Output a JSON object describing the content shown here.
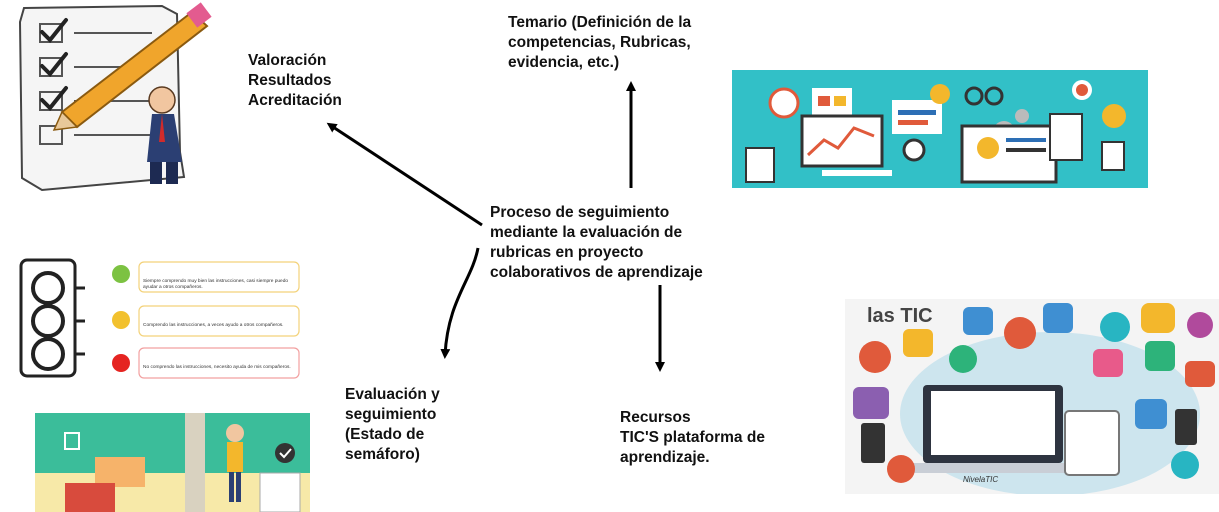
{
  "center_process": {
    "lines": [
      "Proceso de seguimiento",
      "mediante la evaluación de",
      "rubricas en proyecto",
      "colaborativos de aprendizaje"
    ]
  },
  "valoracion": {
    "lines": [
      "Valoración",
      "Resultados",
      "Acreditación"
    ]
  },
  "temario": {
    "lines": [
      "Temario (Definición de la",
      "competencias, Rubricas,",
      "evidencia, etc.)"
    ]
  },
  "evaluacion": {
    "lines": [
      "Evaluación y",
      "seguimiento",
      "(Estado de",
      "semáforo)"
    ]
  },
  "recursos": {
    "lines": [
      "Recursos",
      "TIC'S plataforma de",
      "aprendizaje."
    ]
  },
  "semaforo_panel": {
    "rows": [
      {
        "color": "#7cc242",
        "text": "Siempre comprendo muy bien las instrucciones, casi siempre puedo ayudar a otros compañeros."
      },
      {
        "color": "#f2c12e",
        "text": "Comprendo las instrucciones, a veces ayudo a otros compañeros."
      },
      {
        "color": "#e52421",
        "text": "No comprendo las instrucciones, necesito ayuda de mis compañeros."
      }
    ]
  },
  "tic_image": {
    "title": "las TIC",
    "logo": "NivelaTIC"
  },
  "colors": {
    "teal": "#32c0c7",
    "arrow": "#000000"
  }
}
